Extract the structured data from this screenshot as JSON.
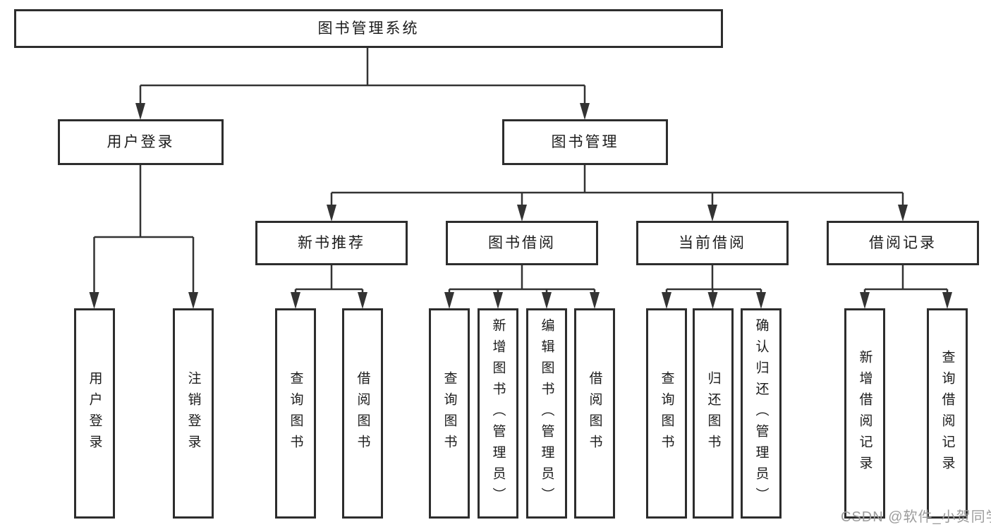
{
  "page": {
    "background": "#ffffff"
  },
  "colors": {
    "box_border": "#2d2d2d",
    "connector_line": "#333333",
    "label_text": "#1c1c1c",
    "watermark_text": "#9c9c9c"
  },
  "tree": {
    "root": {
      "label": "图书管理系统"
    },
    "branches": [
      {
        "label": "用户登录",
        "children": [
          {
            "label": "用户登录"
          },
          {
            "label": "注销登录"
          }
        ]
      },
      {
        "label": "图书管理",
        "children": [
          {
            "label": "新书推荐",
            "children": [
              {
                "label": "查询图书"
              },
              {
                "label": "借阅图书"
              }
            ]
          },
          {
            "label": "图书借阅",
            "children": [
              {
                "label": "查询图书"
              },
              {
                "label": "新增图书（管理员）"
              },
              {
                "label": "编辑图书（管理员）"
              },
              {
                "label": "借阅图书"
              }
            ]
          },
          {
            "label": "当前借阅",
            "children": [
              {
                "label": "查询图书"
              },
              {
                "label": "归还图书"
              },
              {
                "label": "确认归还（管理员）"
              }
            ]
          },
          {
            "label": "借阅记录",
            "children": [
              {
                "label": "新增借阅记录"
              },
              {
                "label": "查询借阅记录"
              }
            ]
          }
        ]
      }
    ]
  },
  "watermark": {
    "text": "CSDN @软件_小贺同学"
  }
}
